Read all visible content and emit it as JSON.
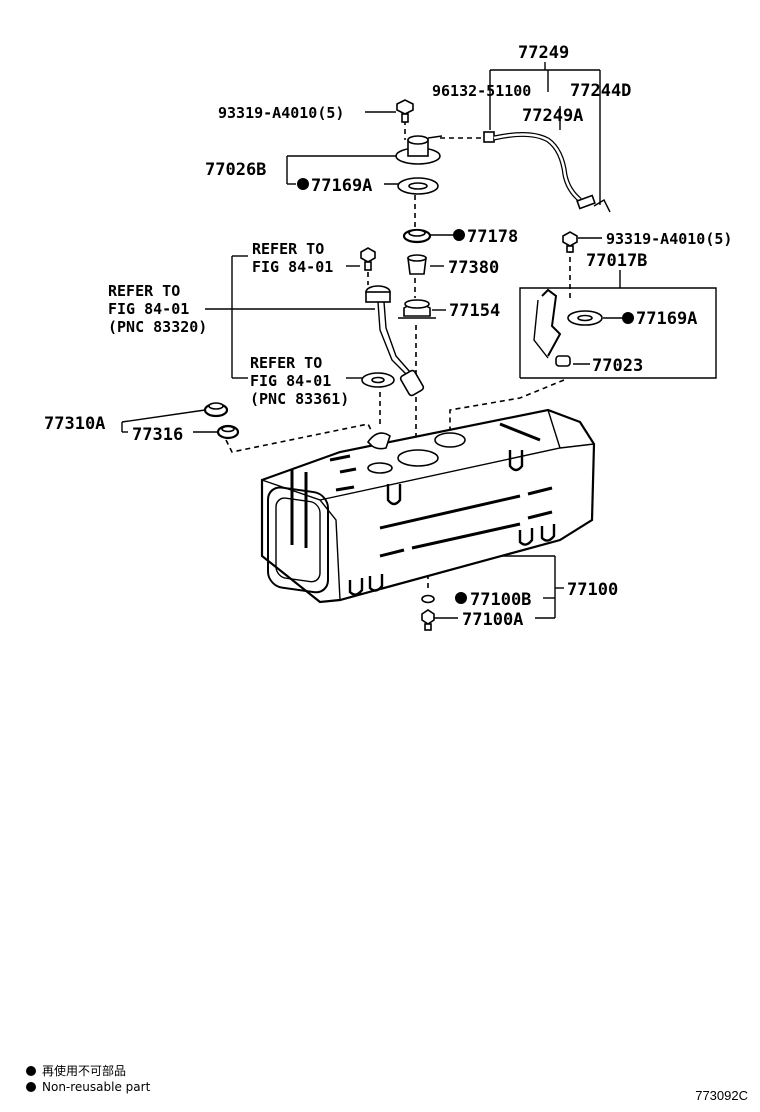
{
  "labels": {
    "p77249": "77249",
    "p96132": "96132-51100",
    "p77244d": "77244D",
    "p77249a": "77249A",
    "p93319_top": "93319-A4010(5)",
    "p77026b": "77026B",
    "p77169a_top": "77169A",
    "p77178": "77178",
    "p77380": "77380",
    "p93319_right": "93319-A4010(5)",
    "p77017b": "77017B",
    "p77154": "77154",
    "p77169a_right": "77169A",
    "p77023": "77023",
    "p77310a": "77310A",
    "p77316": "77316",
    "p77100": "77100",
    "p77100b": "77100B",
    "p77100a": "77100A"
  },
  "refs": {
    "ref1_line1": "REFER TO",
    "ref1_line2": "FIG 84-01",
    "ref2_line1": "REFER TO",
    "ref2_line2": "FIG 84-01",
    "ref2_line3": "(PNC 83320)",
    "ref3_line1": "REFER TO",
    "ref3_line2": "FIG 84-01",
    "ref3_line3": "(PNC 83361)"
  },
  "legend": {
    "line_cn": "再使用不可部品",
    "line_en": "Non-reusable part"
  },
  "figure_code": "773092C"
}
